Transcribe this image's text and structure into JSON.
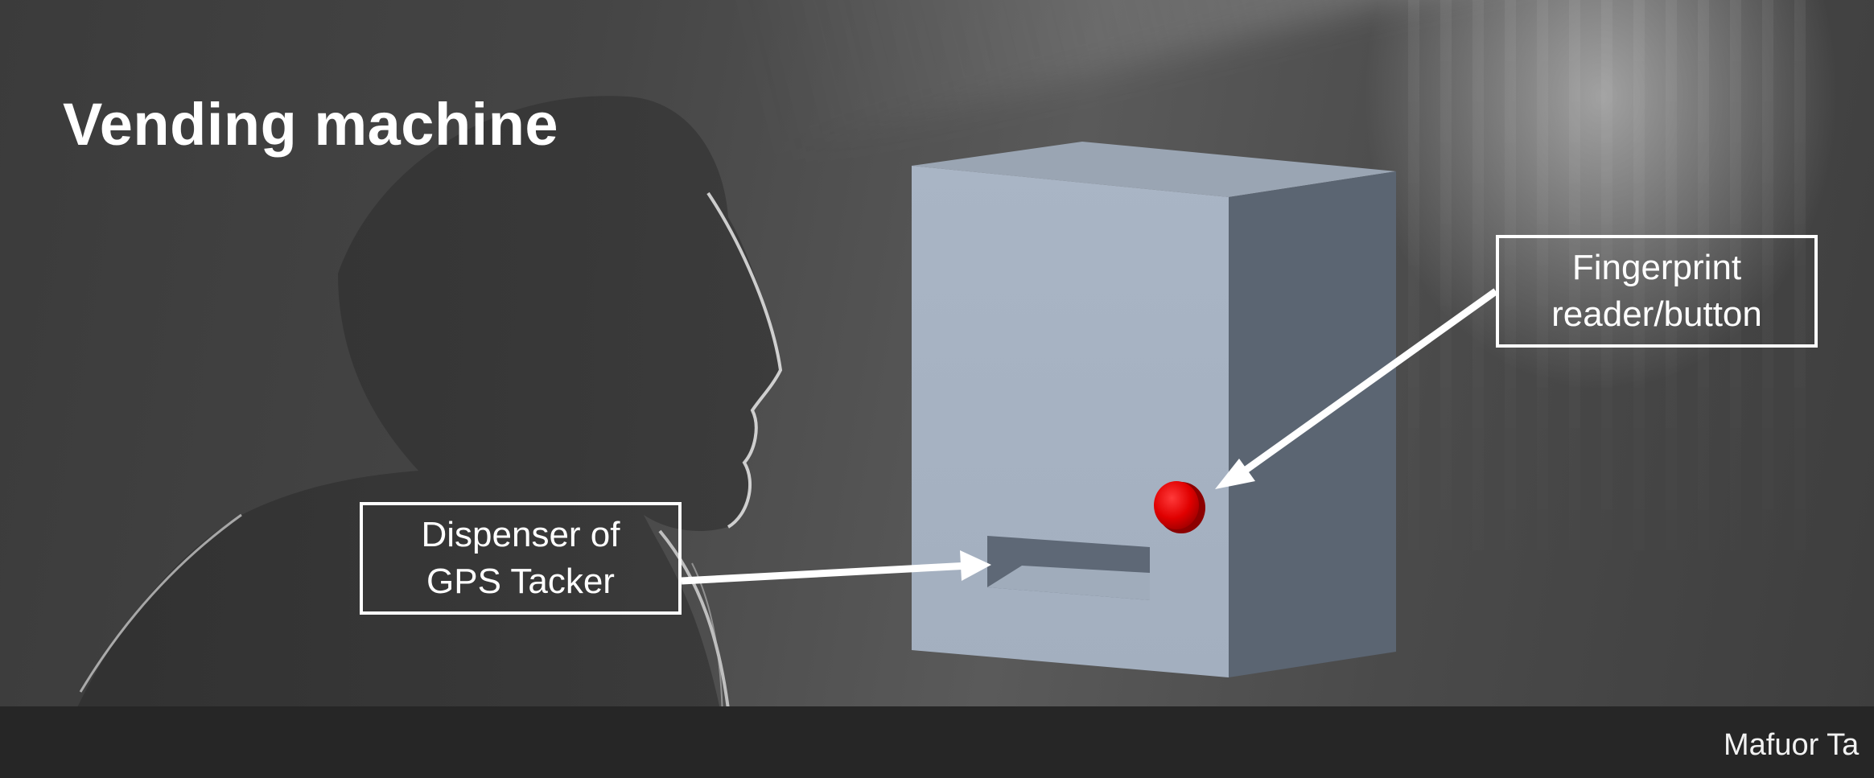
{
  "slide": {
    "title": "Vending machine",
    "footer_text": "Mafuor Ta"
  },
  "callouts": {
    "fingerprint": {
      "line1": "Fingerprint",
      "line2": "reader/button"
    },
    "dispenser": {
      "line1": "Dispenser of",
      "line2": "GPS Tacker"
    }
  },
  "colors": {
    "machine_front": "#a7b3c3",
    "machine_side": "#5b6572",
    "button": "#e00000",
    "label_border": "#ffffff"
  }
}
